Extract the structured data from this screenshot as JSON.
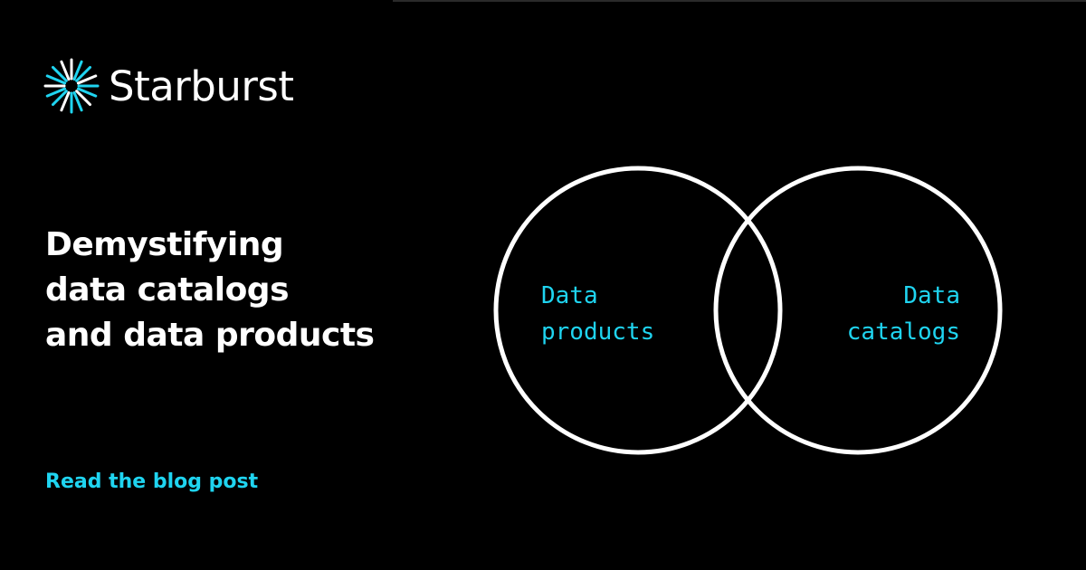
{
  "brand": {
    "name": "Starburst",
    "accent": "#1fd4f0",
    "mark_icon": "starburst-logo-icon"
  },
  "headline": {
    "lines": [
      "Demystifying",
      "data catalogs",
      "and data products"
    ]
  },
  "cta": {
    "label": "Read the blog post"
  },
  "venn": {
    "left": {
      "lines": [
        "Data",
        "products"
      ]
    },
    "right": {
      "lines": [
        "Data",
        "catalogs"
      ]
    },
    "stroke": "#ffffff",
    "text_color": "#1fd4f0"
  },
  "colors": {
    "background": "#000000",
    "text": "#ffffff"
  }
}
